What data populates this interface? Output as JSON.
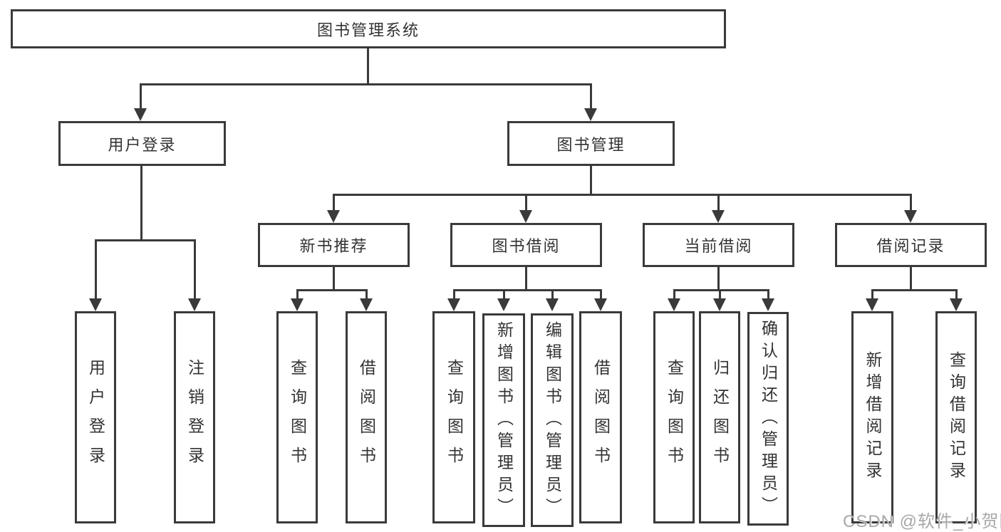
{
  "diagram": {
    "root": {
      "label": "图书管理系统"
    },
    "login": {
      "label": "用户登录",
      "children": [
        {
          "label": "用户登录"
        },
        {
          "label": "注销登录"
        }
      ]
    },
    "manage": {
      "label": "图书管理"
    },
    "groups": [
      {
        "label": "新书推荐",
        "children": [
          {
            "label": "查询图书"
          },
          {
            "label": "借阅图书"
          }
        ]
      },
      {
        "label": "图书借阅",
        "children": [
          {
            "label": "查询图书"
          },
          {
            "label": "新增图书（管理员）"
          },
          {
            "label": "编辑图书（管理员）"
          },
          {
            "label": "借阅图书"
          }
        ]
      },
      {
        "label": "当前借阅",
        "children": [
          {
            "label": "查询图书"
          },
          {
            "label": "归还图书"
          },
          {
            "label": "确认归还（管理员）"
          }
        ]
      },
      {
        "label": "借阅记录",
        "children": [
          {
            "label": "新增借阅记录"
          },
          {
            "label": "查询借阅记录"
          }
        ]
      }
    ],
    "watermark": "CSDN @软件_小贺同学"
  },
  "colors": {
    "line": "#3a3a3a",
    "text": "#333333",
    "watermark": "#a8a8a8",
    "background": "#ffffff"
  }
}
